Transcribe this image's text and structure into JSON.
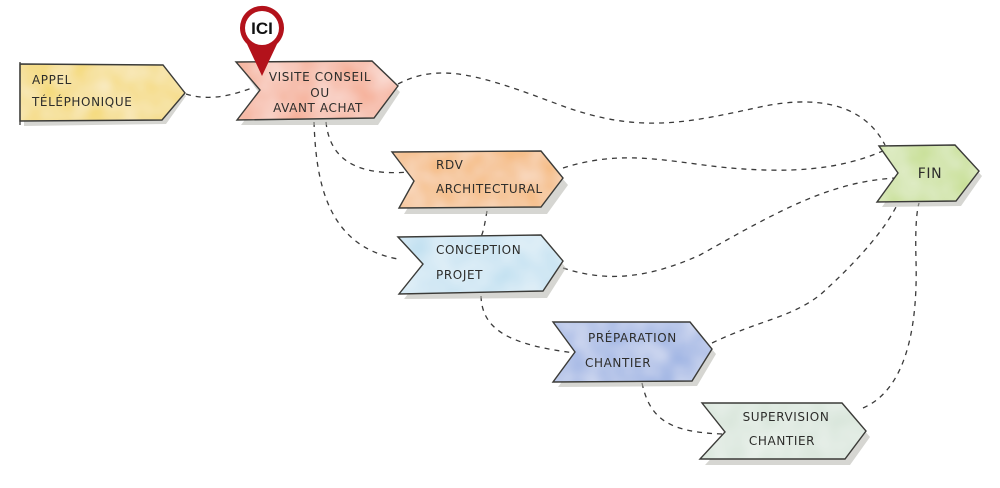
{
  "diagram": {
    "marker": {
      "label": "ICI",
      "color": "#b3121b",
      "attached_to": "visite"
    },
    "nodes": [
      {
        "id": "appel",
        "lines": [
          "APPEL",
          "TÉLÉPHONIQUE"
        ],
        "color": "#f3d55a",
        "align": "left"
      },
      {
        "id": "visite",
        "lines": [
          "VISITE CONSEIL",
          "OU",
          "AVANT ACHAT"
        ],
        "color": "#f4a487",
        "align": "center"
      },
      {
        "id": "rdv",
        "lines": [
          "RDV",
          "ARCHITECTURAL"
        ],
        "color": "#f3ae5c",
        "align": "left"
      },
      {
        "id": "conception",
        "lines": [
          "CONCEPTION",
          "PROJET"
        ],
        "color": "#bfdff0",
        "align": "left"
      },
      {
        "id": "preparation",
        "lines": [
          "PRÉPARATION",
          "CHANTIER"
        ],
        "color": "#8fa9e0",
        "align": "left"
      },
      {
        "id": "supervision",
        "lines": [
          "SUPERVISION",
          "CHANTIER"
        ],
        "color": "#d3e2d6",
        "align": "center"
      },
      {
        "id": "fin",
        "lines": [
          "FIN"
        ],
        "color": "#c2dc86",
        "align": "center"
      }
    ],
    "edges": [
      [
        "appel",
        "visite"
      ],
      [
        "visite",
        "fin"
      ],
      [
        "visite",
        "rdv"
      ],
      [
        "visite",
        "conception"
      ],
      [
        "rdv",
        "conception"
      ],
      [
        "rdv",
        "fin"
      ],
      [
        "conception",
        "fin"
      ],
      [
        "conception",
        "preparation"
      ],
      [
        "preparation",
        "fin"
      ],
      [
        "preparation",
        "supervision"
      ],
      [
        "supervision",
        "fin"
      ]
    ]
  }
}
